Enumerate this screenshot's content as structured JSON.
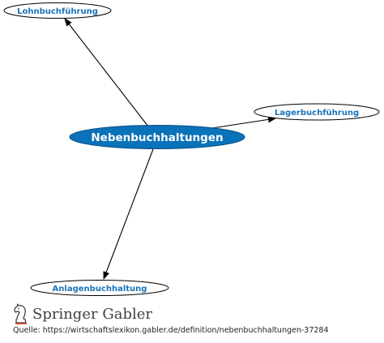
{
  "diagram": {
    "center": "Nebenbuchhaltungen",
    "nodes": [
      {
        "label": "Lohnbuchführung"
      },
      {
        "label": "Lagerbuchführung"
      },
      {
        "label": "Anlagenbuchhaltung"
      }
    ],
    "colors": {
      "center_fill": "#0a72b9",
      "label_text": "#1a73b8",
      "edge": "#000000"
    }
  },
  "footer": {
    "brand": "Springer",
    "brand_sub": "Gabler",
    "source_prefix": "Quelle:",
    "source_url": "https://wirtschaftslexikon.gabler.de/definition/nebenbuchhaltungen-37284",
    "logo_icon": "chess-knight-icon"
  }
}
